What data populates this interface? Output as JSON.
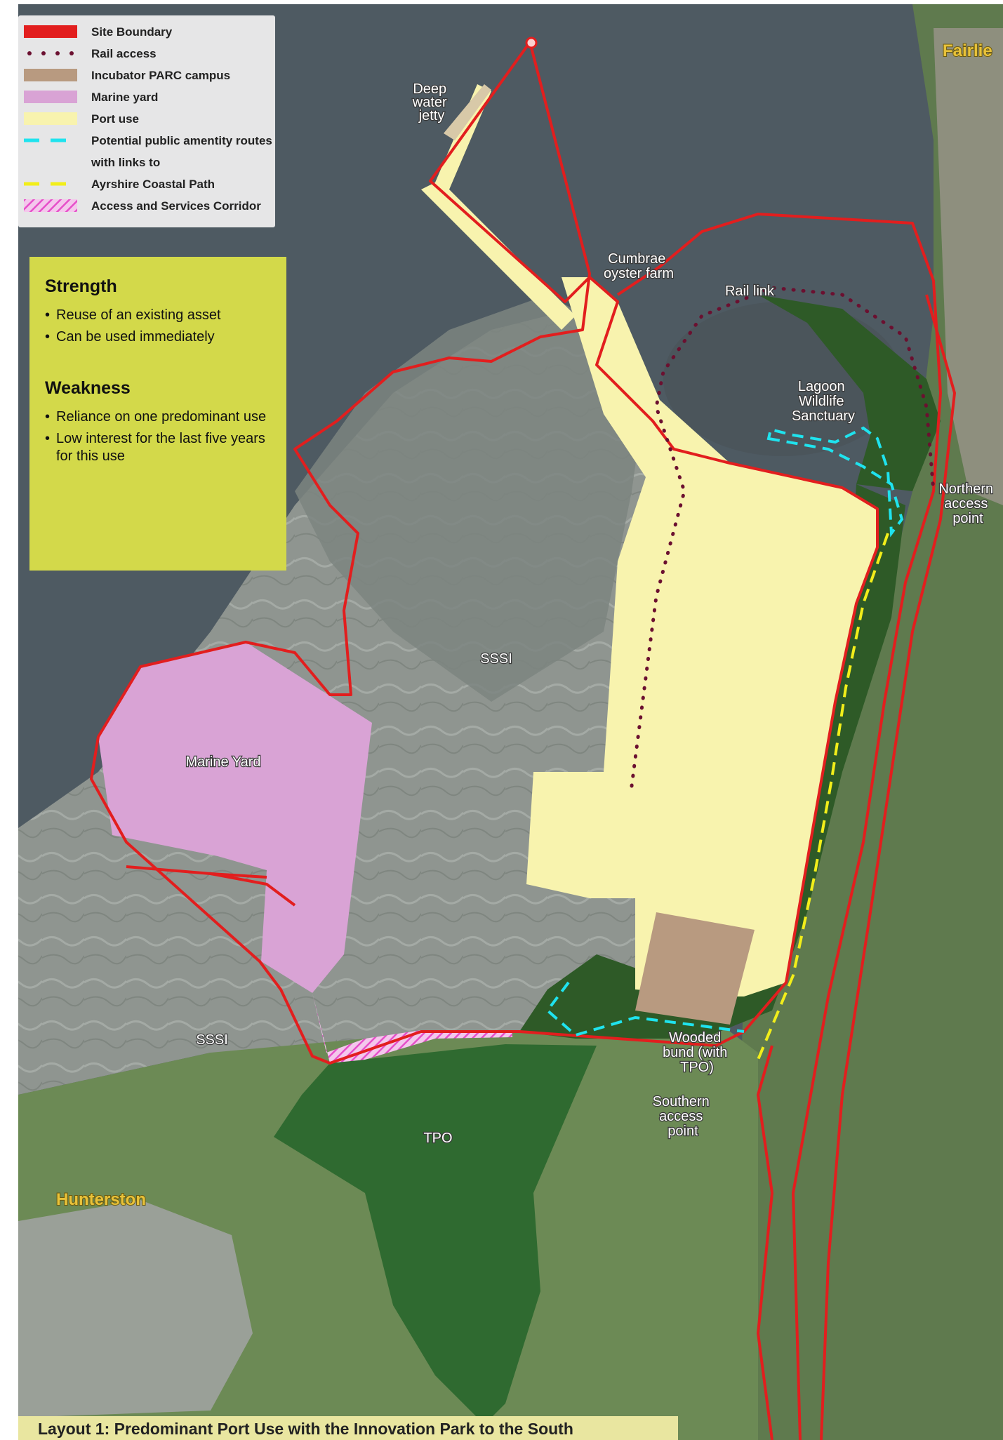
{
  "legend": {
    "items": [
      {
        "label": "Site Boundary",
        "swatch": "solid-red",
        "color": "#e21e1e"
      },
      {
        "label": "Rail access",
        "swatch": "dotted-maroon",
        "color": "#6b1030"
      },
      {
        "label": "Incubator PARC campus",
        "swatch": "solid-brown",
        "color": "#b89a80"
      },
      {
        "label": "Marine yard",
        "swatch": "solid-pink",
        "color": "#d9a3d5"
      },
      {
        "label": "Port use",
        "swatch": "solid-yellow",
        "color": "#f8f3ae"
      },
      {
        "label": "Potential public amentity routes",
        "swatch": "dashed-cyan",
        "color": "#1fe3ee"
      },
      {
        "label": "with links to",
        "swatch": "none",
        "color": ""
      },
      {
        "label": "Ayrshire Coastal Path",
        "swatch": "dashed-yellow",
        "color": "#f2ee1a"
      },
      {
        "label": "Access and Services Corridor",
        "swatch": "hatched-magenta",
        "color": "#e64fc9"
      }
    ]
  },
  "panel": {
    "strength_title": "Strength",
    "strengths": [
      "Reuse of an existing asset",
      "Can be used immediately"
    ],
    "weakness_title": "Weakness",
    "weaknesses": [
      "Reliance on one predominant use",
      "Low interest for the last five years for this use"
    ]
  },
  "map": {
    "labels": {
      "deep_water_jetty": [
        "Deep",
        "water",
        "jetty"
      ],
      "cumbrae": [
        "Cumbrae",
        "oyster farm"
      ],
      "rail_link": "Rail link",
      "lagoon": [
        "Lagoon",
        "Wildlife",
        "Sanctuary"
      ],
      "northern_access": [
        "Northern",
        "access",
        "point"
      ],
      "sssi_centre": "SSSI",
      "marine_yard": "Marine Yard",
      "sssi_left": "SSSI",
      "wooded_bund": [
        "Wooded",
        "bund (with",
        "TPO)"
      ],
      "southern_access": [
        "Southern",
        "access",
        "point"
      ],
      "tpo": "TPO",
      "hunterston": "Hunterston",
      "fairlie": "Fairlie"
    }
  },
  "caption": "Layout 1: Predominant Port Use with the Innovation Park to the South"
}
